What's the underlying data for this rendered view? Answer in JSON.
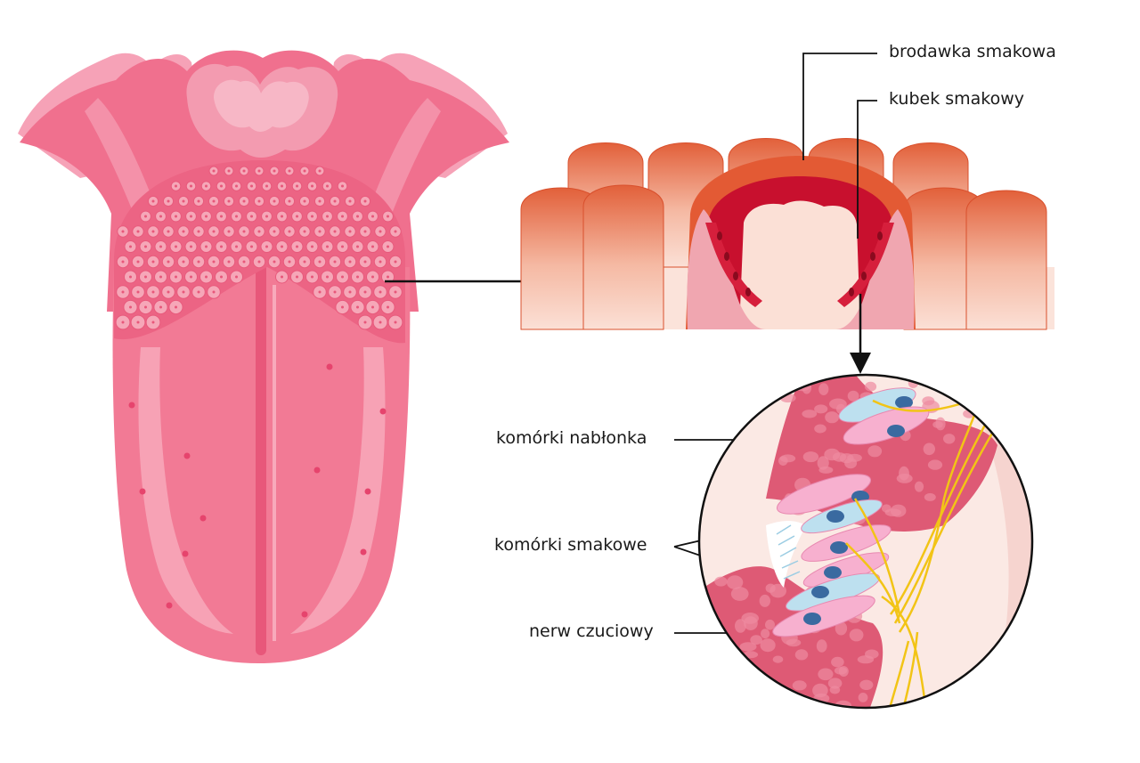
{
  "labels": {
    "taste_papilla": "brodawka smakowa",
    "taste_bud": "kubek smakowy",
    "epithelial_cells": "komórki nabłonka",
    "taste_cells": "komórki smakowe",
    "sensory_nerve": "nerw czuciowy"
  },
  "colors": {
    "tongue_base": "#f27a95",
    "tongue_light": "#f7a3b6",
    "tongue_dark": "#e8577a",
    "papilla_orange": "#e8542c",
    "papilla_red": "#c8102e",
    "tissue_pink": "#f9d3d3",
    "epithelium": "#de5a75",
    "taste_cell": "#f7b0cf",
    "taste_cell_blue": "#bde0ef",
    "nucleus": "#3a6aa0",
    "nerve": "#f2c416",
    "line": "#111111"
  }
}
